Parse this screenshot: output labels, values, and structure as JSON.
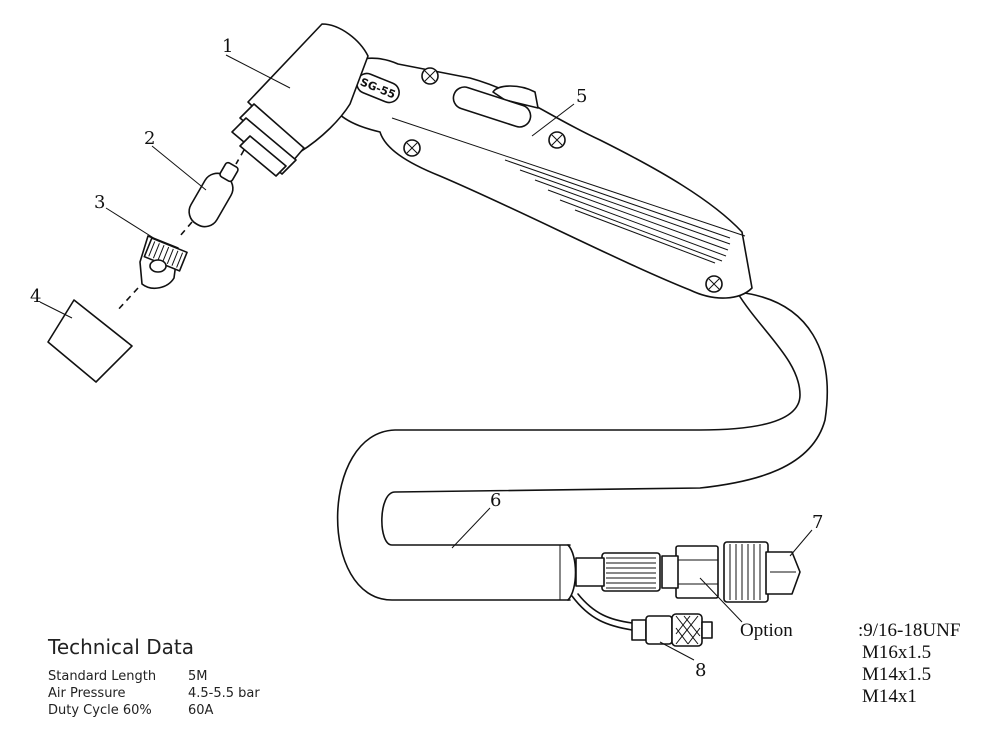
{
  "callouts": [
    {
      "id": "1",
      "label": "1"
    },
    {
      "id": "2",
      "label": "2"
    },
    {
      "id": "3",
      "label": "3"
    },
    {
      "id": "4",
      "label": "4"
    },
    {
      "id": "5",
      "label": "5"
    },
    {
      "id": "6",
      "label": "6"
    },
    {
      "id": "7",
      "label": "7"
    },
    {
      "id": "8",
      "label": "8"
    }
  ],
  "option_label": "Option",
  "torch_marking": "SG-55",
  "thread_options": [
    ":9/16-18UNF",
    "M16x1.5",
    "M14x1.5",
    "M14x1"
  ],
  "technical_data": {
    "title": "Technical Data",
    "rows": [
      {
        "label": "Standard Length",
        "value": "5M"
      },
      {
        "label": "Air Pressure",
        "value": "4.5-5.5 bar"
      },
      {
        "label": "Duty Cycle 60%",
        "value": "60A"
      }
    ]
  }
}
